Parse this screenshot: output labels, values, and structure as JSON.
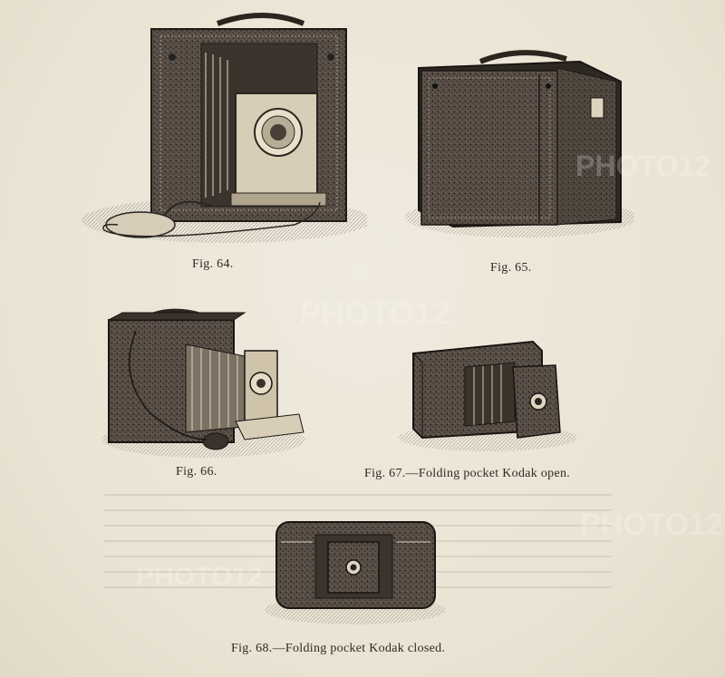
{
  "figures": [
    {
      "id": "fig64",
      "label": "Fig. 64.",
      "icon": "camera-open-case-with-bulb-icon"
    },
    {
      "id": "fig65",
      "label": "Fig. 65.",
      "icon": "camera-closed-case-icon"
    },
    {
      "id": "fig66",
      "label": "Fig. 66.",
      "icon": "camera-bellows-extended-icon"
    },
    {
      "id": "fig67",
      "label": "Fig. 67.—Folding pocket Kodak open.",
      "icon": "folding-kodak-open-icon"
    },
    {
      "id": "fig68",
      "label": "Fig. 68.—Folding pocket Kodak closed.",
      "icon": "folding-kodak-closed-icon"
    }
  ],
  "watermark": "PHOTO12",
  "colors": {
    "paper": "#ebe5d6",
    "ink": "#2a2520",
    "leather": "#4a4038"
  }
}
